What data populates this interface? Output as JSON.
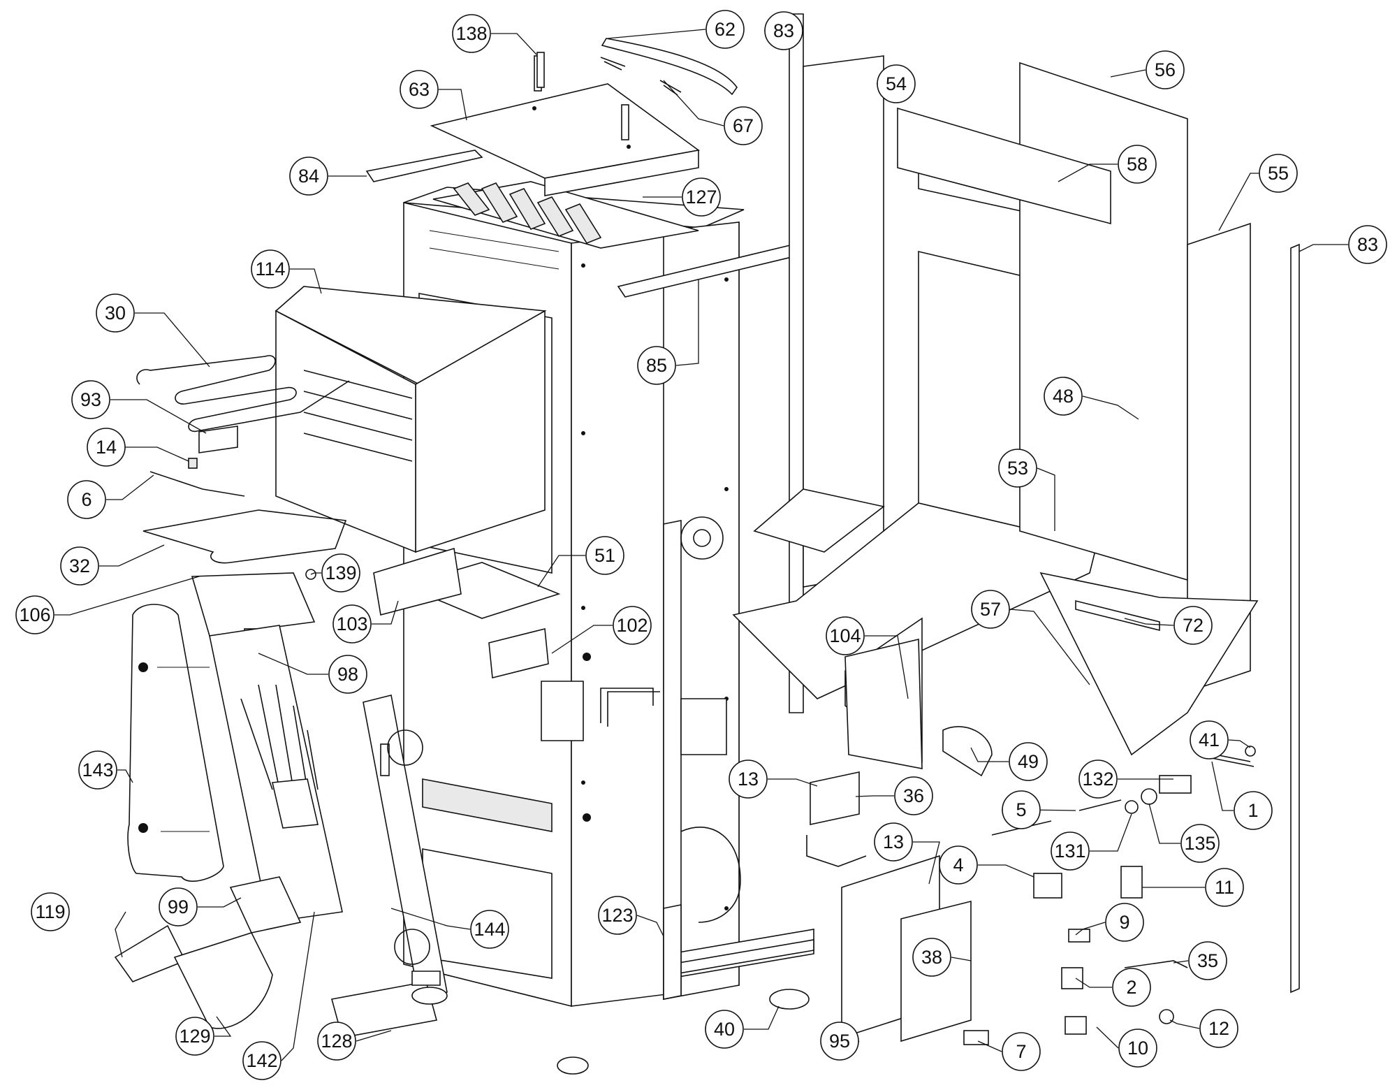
{
  "callouts": [
    {
      "id": "c138",
      "label": "138"
    },
    {
      "id": "c62",
      "label": "62"
    },
    {
      "id": "c83a",
      "label": "83"
    },
    {
      "id": "c54",
      "label": "54"
    },
    {
      "id": "c56",
      "label": "56"
    },
    {
      "id": "c63",
      "label": "63"
    },
    {
      "id": "c67",
      "label": "67"
    },
    {
      "id": "c84",
      "label": "84"
    },
    {
      "id": "c127",
      "label": "127"
    },
    {
      "id": "c58",
      "label": "58"
    },
    {
      "id": "c55",
      "label": "55"
    },
    {
      "id": "c83b",
      "label": "83"
    },
    {
      "id": "c114",
      "label": "114"
    },
    {
      "id": "c30",
      "label": "30"
    },
    {
      "id": "c85",
      "label": "85"
    },
    {
      "id": "c93",
      "label": "93"
    },
    {
      "id": "c48",
      "label": "48"
    },
    {
      "id": "c14",
      "label": "14"
    },
    {
      "id": "c53",
      "label": "53"
    },
    {
      "id": "c6",
      "label": "6"
    },
    {
      "id": "c32",
      "label": "32"
    },
    {
      "id": "c51",
      "label": "51"
    },
    {
      "id": "c139",
      "label": "139"
    },
    {
      "id": "c106",
      "label": "106"
    },
    {
      "id": "c103",
      "label": "103"
    },
    {
      "id": "c102",
      "label": "102"
    },
    {
      "id": "c57",
      "label": "57"
    },
    {
      "id": "c72",
      "label": "72"
    },
    {
      "id": "c104",
      "label": "104"
    },
    {
      "id": "c98",
      "label": "98"
    },
    {
      "id": "c41",
      "label": "41"
    },
    {
      "id": "c49",
      "label": "49"
    },
    {
      "id": "c143",
      "label": "143"
    },
    {
      "id": "c13a",
      "label": "13"
    },
    {
      "id": "c132",
      "label": "132"
    },
    {
      "id": "c36",
      "label": "36"
    },
    {
      "id": "c5",
      "label": "5"
    },
    {
      "id": "c1",
      "label": "1"
    },
    {
      "id": "c13b",
      "label": "13"
    },
    {
      "id": "c131",
      "label": "131"
    },
    {
      "id": "c135",
      "label": "135"
    },
    {
      "id": "c4",
      "label": "4"
    },
    {
      "id": "c11",
      "label": "11"
    },
    {
      "id": "c119",
      "label": "119"
    },
    {
      "id": "c99",
      "label": "99"
    },
    {
      "id": "c144",
      "label": "144"
    },
    {
      "id": "c123",
      "label": "123"
    },
    {
      "id": "c9",
      "label": "9"
    },
    {
      "id": "c38",
      "label": "38"
    },
    {
      "id": "c35",
      "label": "35"
    },
    {
      "id": "c2",
      "label": "2"
    },
    {
      "id": "c129",
      "label": "129"
    },
    {
      "id": "c40",
      "label": "40"
    },
    {
      "id": "c128",
      "label": "128"
    },
    {
      "id": "c95",
      "label": "95"
    },
    {
      "id": "c12",
      "label": "12"
    },
    {
      "id": "c10",
      "label": "10"
    },
    {
      "id": "c142",
      "label": "142"
    },
    {
      "id": "c7",
      "label": "7"
    }
  ]
}
